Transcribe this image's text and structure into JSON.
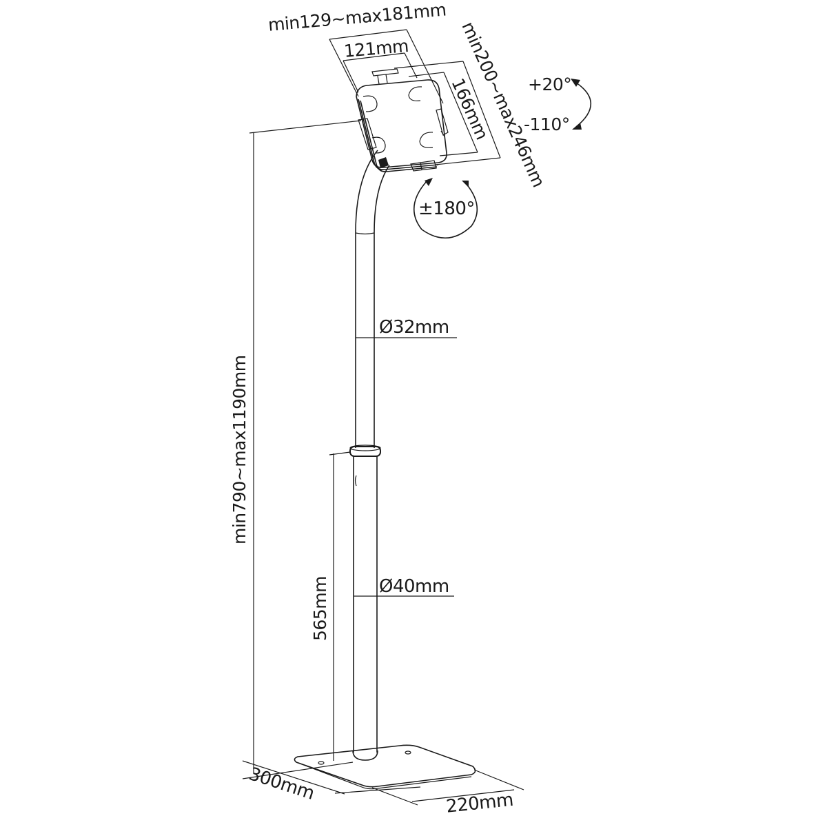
{
  "diagram": {
    "subject": "tablet floor stand dimension drawing",
    "stroke_color": "#1a1a1a",
    "background": "#ffffff",
    "dimensions": {
      "holder_width_range": "min129~max181mm",
      "holder_inner_width": "121mm",
      "holder_height_range": "min200~max246mm",
      "holder_inner_height": "166mm",
      "tilt_up": "+20°",
      "tilt_down": "-110°",
      "rotation": "±180°",
      "upper_pole_diameter": "Ø32mm",
      "lower_pole_diameter": "Ø40mm",
      "lower_pole_height": "565mm",
      "total_height_range": "min790~max1190mm",
      "base_depth": "300mm",
      "base_width": "220mm"
    },
    "icons": {
      "tilt_arrow": "curved-double-arrow",
      "rotation_arrow": "circular-arrow"
    }
  }
}
